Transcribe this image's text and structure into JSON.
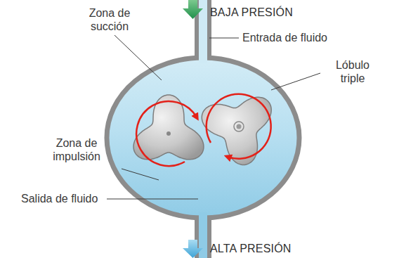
{
  "diagram": {
    "labels": [
      "Zona de succión",
      "BAJA PRESIÓN",
      "Entrada de fluido",
      "Lóbulo triple",
      "Zona de impulsión",
      "Salida de fluido",
      "ALTA PRESIÓN"
    ]
  }
}
